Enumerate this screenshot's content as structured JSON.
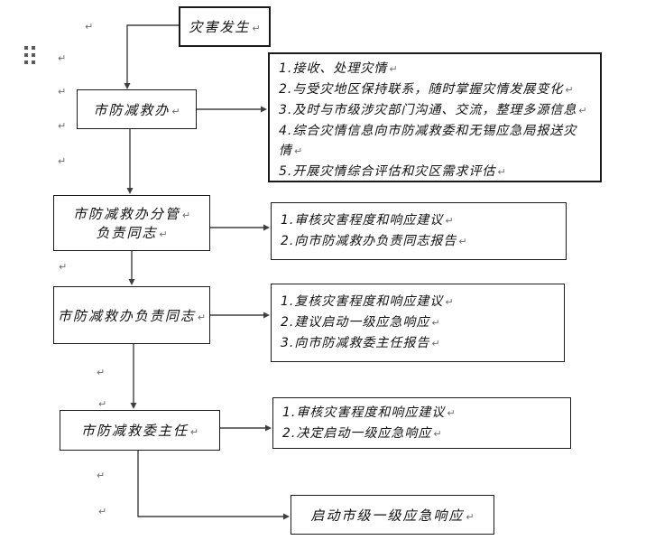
{
  "marks": {
    "paragraph_mark": "↵"
  },
  "colors": {
    "background": "#ffffff",
    "box_border": "#1a1a1a",
    "connector": "#3f3f3f",
    "formatting_mark": "#6e6e6e"
  },
  "flowchart": {
    "start": {
      "label": "灾害发生"
    },
    "node1": {
      "label": "市防减救办"
    },
    "list1": {
      "items": [
        "1.接收、处理灾情",
        "2.与受灾地区保持联系，随时掌握灾情发展变化",
        "3.及时与市级涉灾部门沟通、交流，整理多源信息",
        "4.综合灾情信息向市防减救委和无锡应急局报送灾情",
        "5.开展灾情综合评估和灾区需求评估"
      ]
    },
    "node2": {
      "line1": "市防减救办分管",
      "line2": "负责同志"
    },
    "list2": {
      "items": [
        "1.审核灾害程度和响应建议",
        "2.向市防减救办负责同志报告"
      ]
    },
    "node3": {
      "label": "市防减救办负责同志"
    },
    "list3": {
      "items": [
        "1.复核灾害程度和响应建议",
        "2.建议启动一级应急响应",
        "3.向市防减救委主任报告"
      ]
    },
    "node4": {
      "label": "市防减救委主任"
    },
    "list4": {
      "items": [
        "1.审核灾害程度和响应建议",
        "2.决定启动一级应急响应"
      ]
    },
    "end": {
      "label": "启动市级一级应急响应"
    }
  }
}
